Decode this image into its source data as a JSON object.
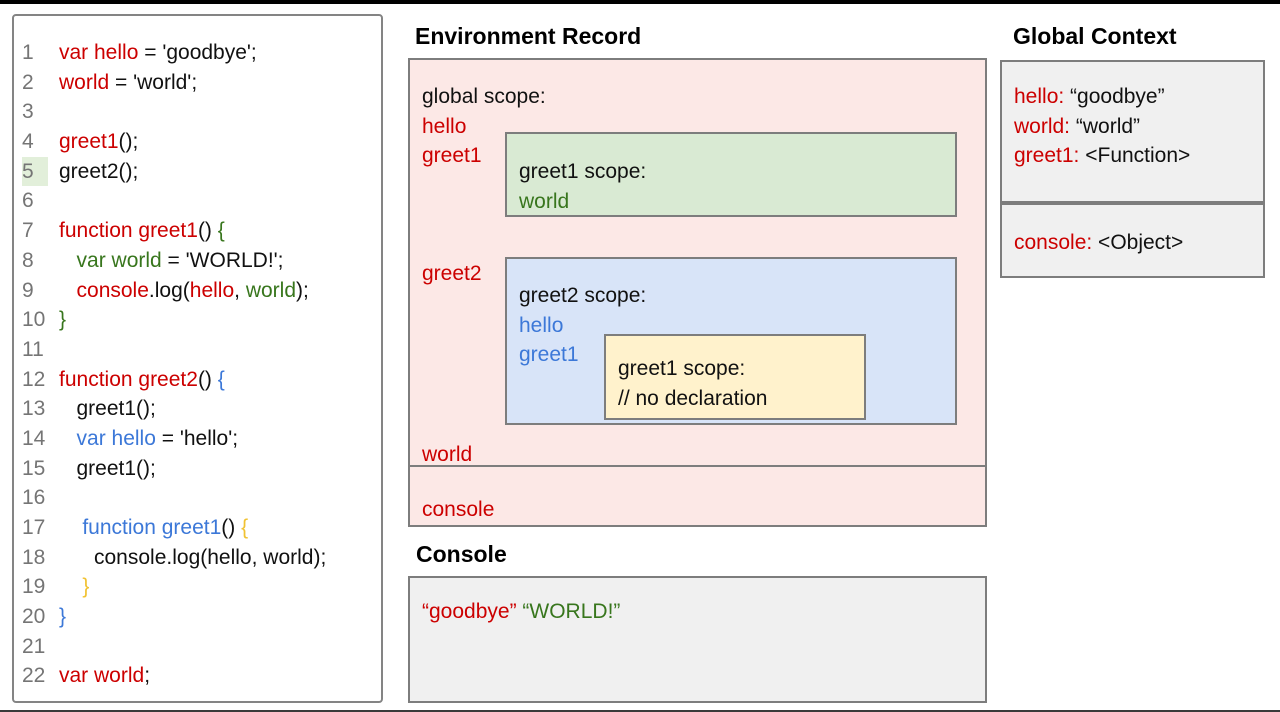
{
  "code_panel": {
    "highlighted_line": "5",
    "lines": [
      {
        "num": "1",
        "tokens": [
          {
            "t": "var hello",
            "c": "red"
          },
          {
            "t": " = 'goodbye';",
            "c": "plain"
          }
        ]
      },
      {
        "num": "2",
        "tokens": [
          {
            "t": "world",
            "c": "red"
          },
          {
            "t": " = 'world';",
            "c": "plain"
          }
        ]
      },
      {
        "num": "3",
        "tokens": []
      },
      {
        "num": "4",
        "tokens": [
          {
            "t": "greet1",
            "c": "red"
          },
          {
            "t": "();",
            "c": "plain"
          }
        ]
      },
      {
        "num": "5",
        "highlight": true,
        "tokens": [
          {
            "t": "greet2();",
            "c": "plain"
          }
        ]
      },
      {
        "num": "6",
        "tokens": []
      },
      {
        "num": "7",
        "tokens": [
          {
            "t": "function greet1",
            "c": "red"
          },
          {
            "t": "() ",
            "c": "plain"
          },
          {
            "t": "{",
            "c": "green"
          }
        ]
      },
      {
        "num": "8",
        "tokens": [
          {
            "t": "   ",
            "c": "plain"
          },
          {
            "t": "var world",
            "c": "green"
          },
          {
            "t": " = 'WORLD!';",
            "c": "plain"
          }
        ]
      },
      {
        "num": "9",
        "tokens": [
          {
            "t": "   ",
            "c": "plain"
          },
          {
            "t": "console",
            "c": "red"
          },
          {
            "t": ".log(",
            "c": "plain"
          },
          {
            "t": "hello",
            "c": "red"
          },
          {
            "t": ", ",
            "c": "plain"
          },
          {
            "t": "world",
            "c": "green"
          },
          {
            "t": ");",
            "c": "plain"
          }
        ]
      },
      {
        "num": "10",
        "tokens": [
          {
            "t": "}",
            "c": "green"
          }
        ]
      },
      {
        "num": "11",
        "tokens": []
      },
      {
        "num": "12",
        "tokens": [
          {
            "t": "function greet2",
            "c": "red"
          },
          {
            "t": "() ",
            "c": "plain"
          },
          {
            "t": "{",
            "c": "blue"
          }
        ]
      },
      {
        "num": "13",
        "tokens": [
          {
            "t": "   greet1();",
            "c": "plain"
          }
        ]
      },
      {
        "num": "14",
        "tokens": [
          {
            "t": "   ",
            "c": "plain"
          },
          {
            "t": "var hello",
            "c": "blue"
          },
          {
            "t": " = 'hello';",
            "c": "plain"
          }
        ]
      },
      {
        "num": "15",
        "tokens": [
          {
            "t": "   greet1();",
            "c": "plain"
          }
        ]
      },
      {
        "num": "16",
        "tokens": []
      },
      {
        "num": "17",
        "tokens": [
          {
            "t": "    ",
            "c": "plain"
          },
          {
            "t": "function greet1",
            "c": "blue"
          },
          {
            "t": "() ",
            "c": "plain"
          },
          {
            "t": "{",
            "c": "amber"
          }
        ]
      },
      {
        "num": "18",
        "tokens": [
          {
            "t": "      console.log(hello, world);",
            "c": "plain"
          }
        ]
      },
      {
        "num": "19",
        "tokens": [
          {
            "t": "    ",
            "c": "plain"
          },
          {
            "t": "}",
            "c": "amber"
          }
        ]
      },
      {
        "num": "20",
        "tokens": [
          {
            "t": "}",
            "c": "blue"
          }
        ]
      },
      {
        "num": "21",
        "tokens": []
      },
      {
        "num": "22",
        "tokens": [
          {
            "t": "var world",
            "c": "red"
          },
          {
            "t": ";",
            "c": "plain"
          }
        ]
      }
    ]
  },
  "environment_record": {
    "title": "Environment Record",
    "global_scope_label": "global scope:",
    "var_hello": "hello",
    "var_greet1": "greet1",
    "var_greet2": "greet2",
    "var_world": "world",
    "console_label": "console",
    "greet1_scope": {
      "label": "greet1 scope:",
      "var_world": "world"
    },
    "greet2_scope": {
      "label": "greet2 scope:",
      "var_hello": "hello",
      "var_greet1": "greet1",
      "greet1_scope": {
        "label": "greet1 scope:",
        "comment": "// no declaration"
      }
    }
  },
  "console_panel": {
    "title": "Console",
    "output": [
      {
        "t": "“goodbye”",
        "c": "red"
      },
      {
        "t": " ",
        "c": "plain"
      },
      {
        "t": "“WORLD!”",
        "c": "green"
      }
    ]
  },
  "global_context": {
    "title": "Global Context",
    "bindings": [
      {
        "name": "hello",
        "value": "“goodbye”"
      },
      {
        "name": "world",
        "value": "“world”"
      },
      {
        "name": "greet1",
        "value": "<Function>"
      }
    ],
    "console_bindings": [
      {
        "name": "console",
        "value": "<Object>"
      }
    ]
  }
}
